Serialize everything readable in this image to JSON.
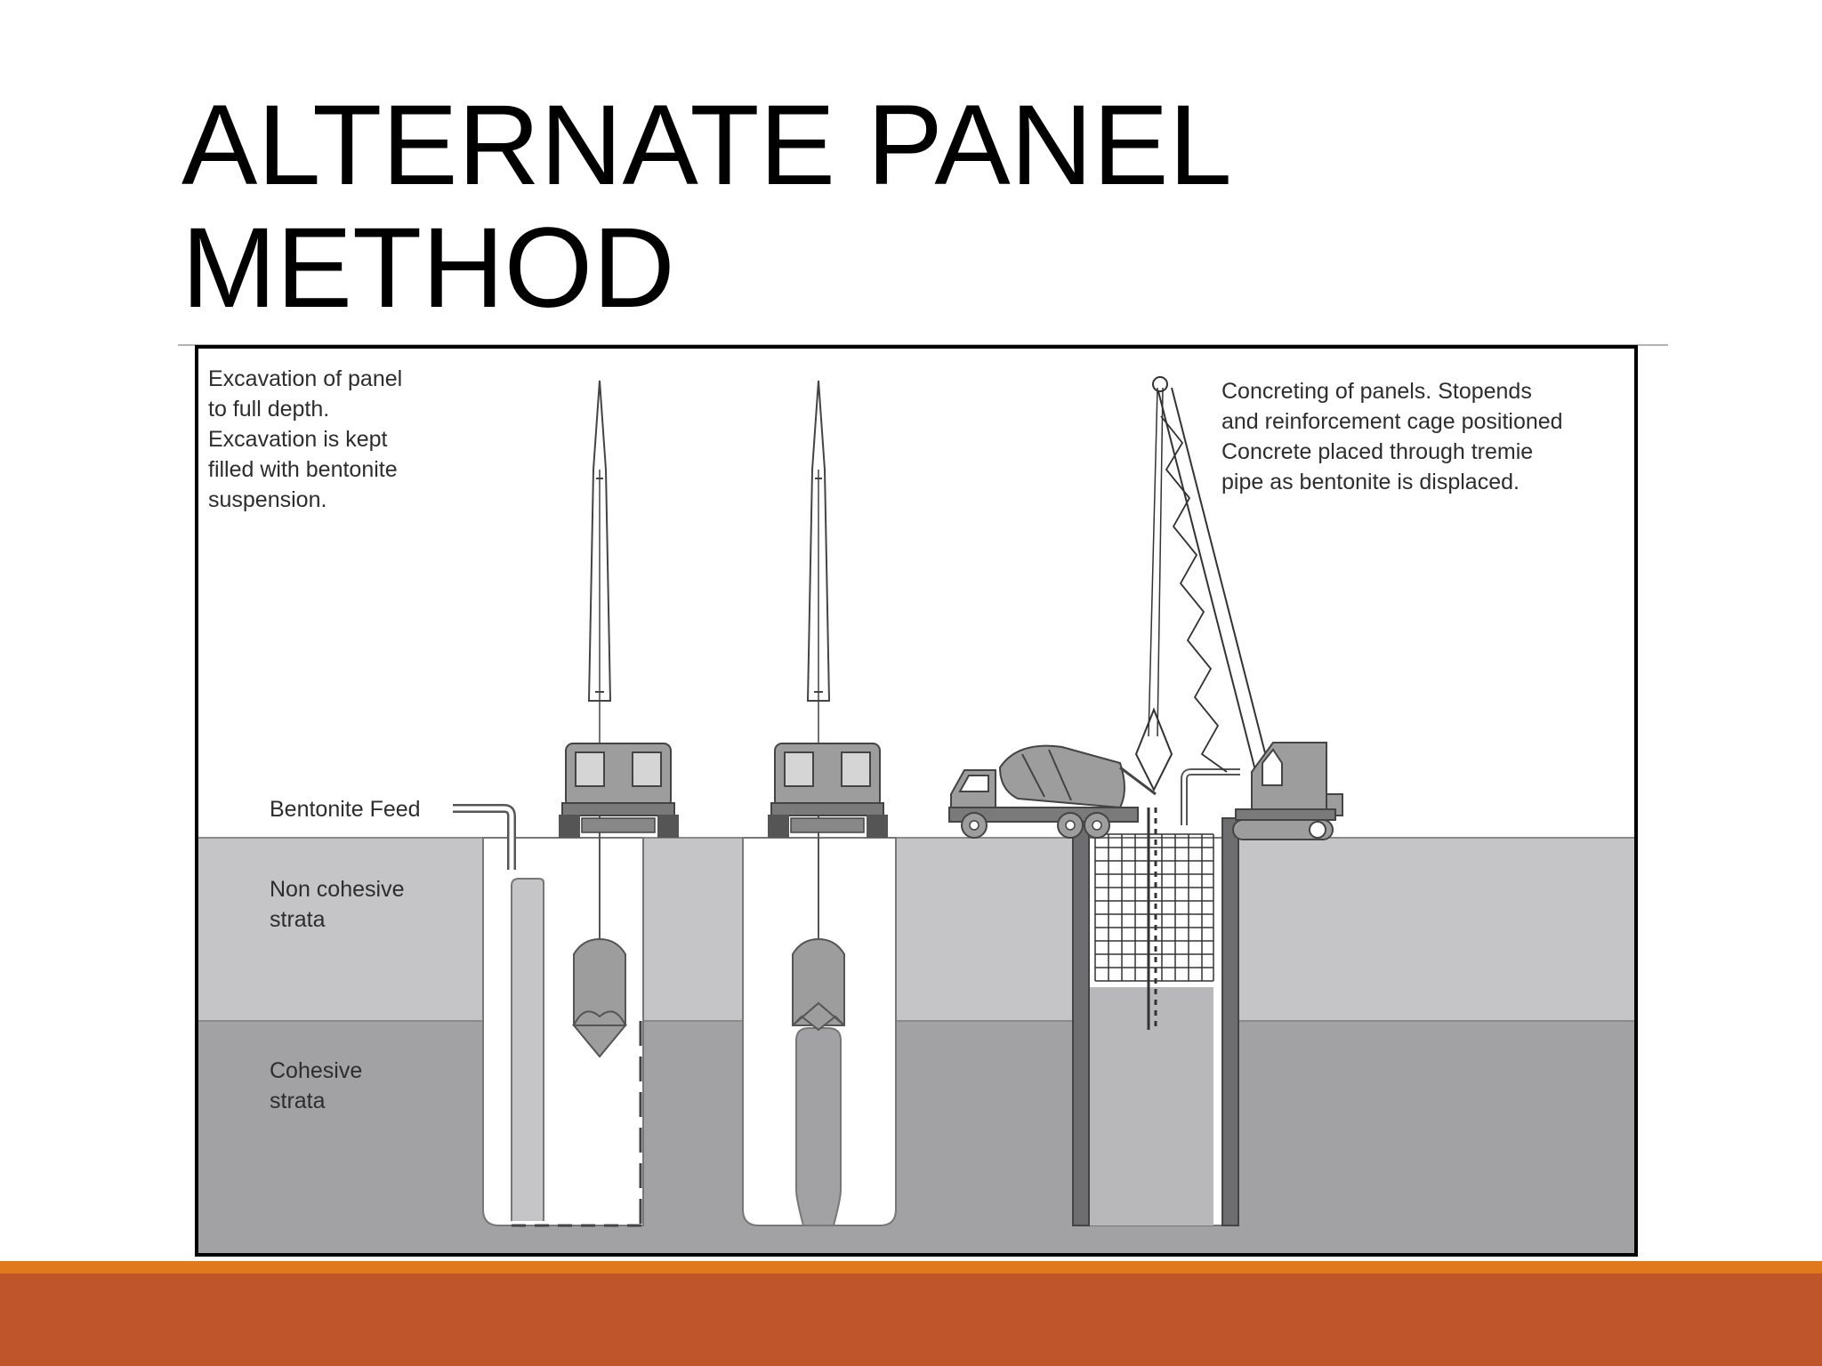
{
  "slide": {
    "title_line1": "ALTERNATE PANEL",
    "title_line2": "METHOD"
  },
  "diagram": {
    "left_note": [
      "Excavation of panel",
      "to full depth.",
      "Excavation is kept",
      "filled with bentonite",
      "suspension."
    ],
    "right_note": [
      "Concreting of panels. Stopends",
      "and reinforcement cage positioned",
      "Concrete placed through tremie",
      "pipe as bentonite is displaced."
    ],
    "bentonite_feed": "Bentonite Feed",
    "non_cohesive": [
      "Non cohesive",
      "strata"
    ],
    "cohesive": [
      "Cohesive",
      "strata"
    ]
  },
  "colors": {
    "footer_orange": "#e0791b",
    "footer_rust": "#bf562b",
    "upper_strata": "#c5c5c7",
    "lower_strata": "#a2a2a4",
    "equipment": "#9d9d9d"
  }
}
